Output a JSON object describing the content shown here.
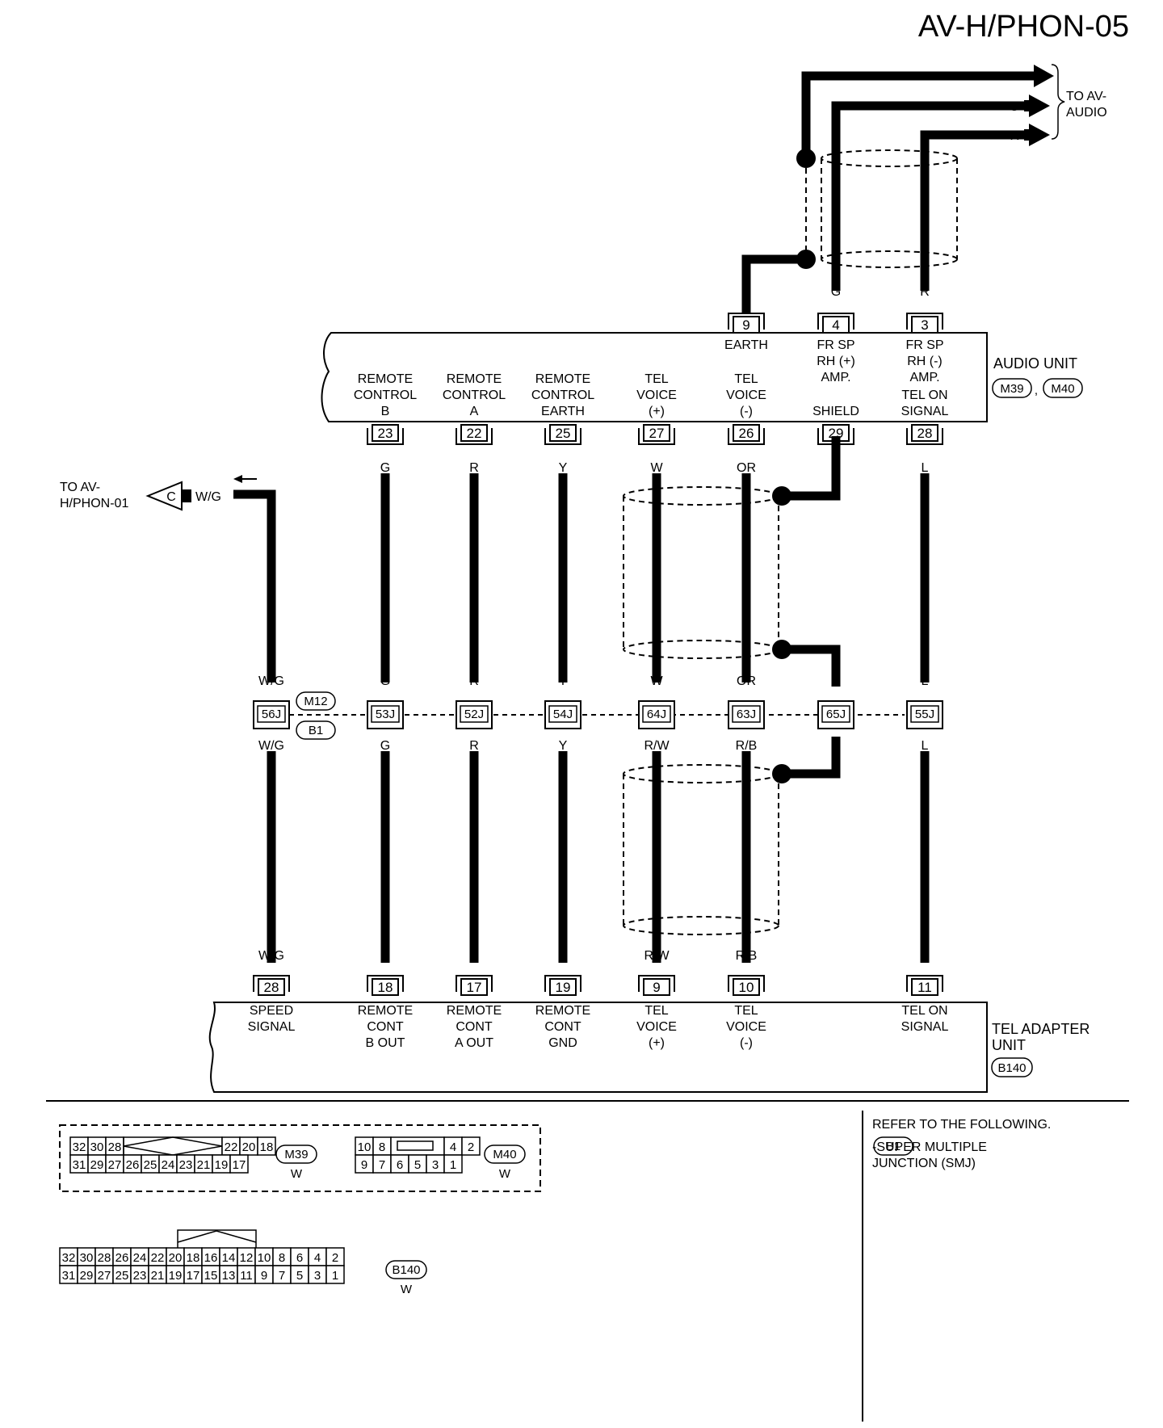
{
  "page_code": "AV-H/PHON-05",
  "to_av_audio": "TO AV-\nAUDIO",
  "to_av_phon01": "TO AV-\nH/PHON-01",
  "phon01_connector": "C",
  "phon01_wire_color": "W/G",
  "top_bundle_colors": [
    "G",
    "R"
  ],
  "audio_unit": {
    "name": "AUDIO UNIT",
    "connectors": [
      "M39",
      "M40"
    ],
    "separator": ",",
    "top_terminals": [
      {
        "num": "9",
        "label": "EARTH",
        "wire": ""
      },
      {
        "num": "4",
        "label": "FR SP\nRH (+)\nAMP.",
        "wire": "G"
      },
      {
        "num": "3",
        "label": "FR SP\nRH (-)\nAMP.",
        "wire": "R"
      }
    ],
    "bottom_terminals": [
      {
        "num": "23",
        "label": "REMOTE\nCONTROL\nB",
        "wire": "G"
      },
      {
        "num": "22",
        "label": "REMOTE\nCONTROL\nA",
        "wire": "R"
      },
      {
        "num": "25",
        "label": "REMOTE\nCONTROL\nEARTH",
        "wire": "Y"
      },
      {
        "num": "27",
        "label": "TEL\nVOICE\n(+)",
        "wire": "W"
      },
      {
        "num": "26",
        "label": "TEL\nVOICE\n(-)",
        "wire": "OR"
      },
      {
        "num": "29",
        "label": "SHIELD",
        "wire": ""
      },
      {
        "num": "28",
        "label": "TEL ON\nSIGNAL",
        "wire": "L"
      }
    ]
  },
  "junction": {
    "connectors": [
      "M12",
      "B1"
    ],
    "pins": [
      {
        "num": "56J",
        "upper": "W/G",
        "lower": "W/G"
      },
      {
        "num": "53J",
        "upper": "G",
        "lower": "G"
      },
      {
        "num": "52J",
        "upper": "R",
        "lower": "R"
      },
      {
        "num": "54J",
        "upper": "Y",
        "lower": "Y"
      },
      {
        "num": "64J",
        "upper": "W",
        "lower": "R/W"
      },
      {
        "num": "63J",
        "upper": "OR",
        "lower": "R/B"
      },
      {
        "num": "65J",
        "upper": "",
        "lower": ""
      },
      {
        "num": "55J",
        "upper": "L",
        "lower": "L"
      }
    ]
  },
  "tel_adapter": {
    "name": "TEL ADAPTER\nUNIT",
    "connector": "B140",
    "terminals": [
      {
        "num": "28",
        "label": "SPEED\nSIGNAL",
        "wire": "W/G"
      },
      {
        "num": "18",
        "label": "REMOTE\nCONT\nB OUT",
        "wire": "G"
      },
      {
        "num": "17",
        "label": "REMOTE\nCONT\nA OUT",
        "wire": "R"
      },
      {
        "num": "19",
        "label": "REMOTE\nCONT\nGND",
        "wire": "Y"
      },
      {
        "num": "9",
        "label": "TEL\nVOICE\n(+)",
        "wire": "R/W"
      },
      {
        "num": "10",
        "label": "TEL\nVOICE\n(-)",
        "wire": "R/B"
      },
      {
        "num": "11",
        "label": "TEL ON\nSIGNAL",
        "wire": "L"
      }
    ]
  },
  "connector_views": {
    "m39": {
      "id": "M39",
      "color": "W",
      "top": [
        "32",
        "30",
        "28",
        "22",
        "20",
        "18"
      ],
      "bottom": [
        "31",
        "29",
        "27",
        "26",
        "25",
        "24",
        "23",
        "21",
        "19",
        "17"
      ]
    },
    "m40": {
      "id": "M40",
      "color": "W",
      "top": [
        "10",
        "8",
        "4",
        "2"
      ],
      "bottom": [
        "9",
        "7",
        "6",
        "5",
        "3",
        "1"
      ]
    },
    "b140": {
      "id": "B140",
      "color": "W",
      "top": [
        "32",
        "30",
        "28",
        "26",
        "24",
        "22",
        "20",
        "18",
        "16",
        "14",
        "12",
        "10",
        "8",
        "6",
        "4",
        "2"
      ],
      "bottom": [
        "31",
        "29",
        "27",
        "25",
        "23",
        "21",
        "19",
        "17",
        "15",
        "13",
        "11",
        "9",
        "7",
        "5",
        "3",
        "1"
      ]
    }
  },
  "refer": {
    "heading": "REFER TO THE FOLLOWING.",
    "connector": "B1",
    "text": "-SUPER MULTIPLE\nJUNCTION (SMJ)"
  }
}
